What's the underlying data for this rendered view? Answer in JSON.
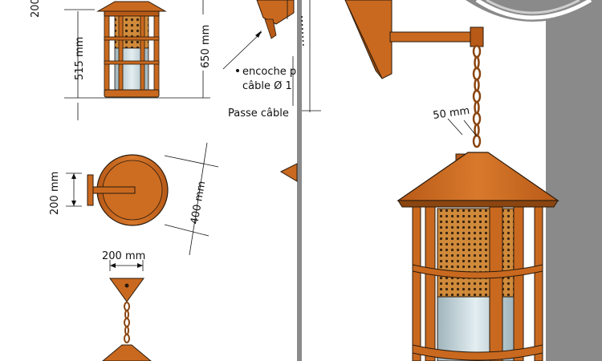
{
  "colors": {
    "rust": "#c9691f",
    "rust_dark": "#8a4510",
    "outline": "#2a1a0c",
    "glass": "#b9ccd3",
    "mesh": "#d08a3a",
    "panel": "#ffffff",
    "divider": "#8a8a8a"
  },
  "labels": {
    "dim_200_top": "200",
    "dim_515": "515 mm",
    "dim_650": "650 mm",
    "notch_line1": "encoche p",
    "notch_line2": "câble Ø 1",
    "cable_pass": "Passe câble",
    "dim_200_left": "200 mm",
    "dim_400": "400 mm",
    "dim_200_bottom": "200 mm",
    "dim_50": "50 mm"
  }
}
